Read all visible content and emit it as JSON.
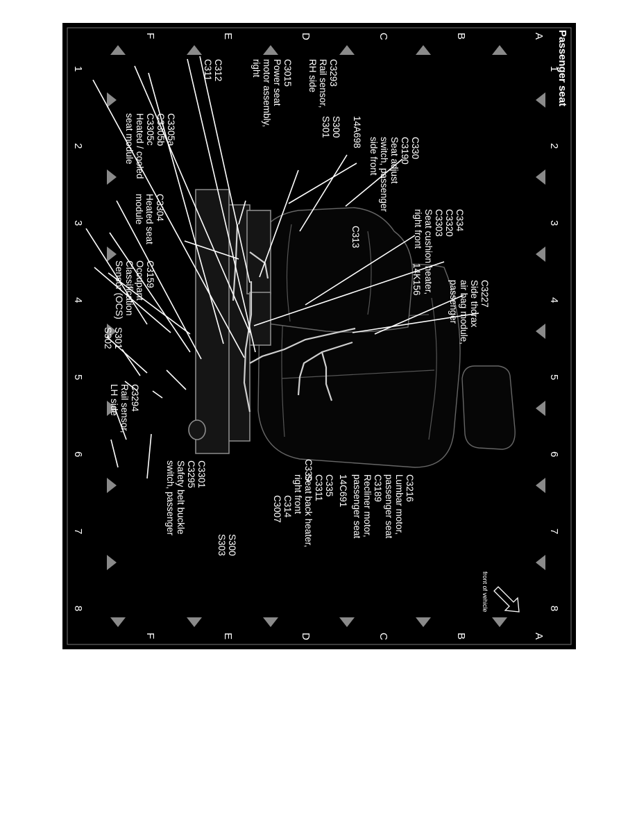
{
  "title": "Passenger seat",
  "columns": [
    "1",
    "2",
    "3",
    "4",
    "5",
    "6",
    "7",
    "8"
  ],
  "rows": [
    "A",
    "B",
    "C",
    "D",
    "E",
    "F"
  ],
  "front_indicator": "front of vehicle",
  "callouts": {
    "c3227": [
      "C3227",
      "Side thorax",
      "air bag module,",
      "passenger"
    ],
    "k14k156": [
      "14K156"
    ],
    "c334": [
      "C334",
      "C3320",
      "C3303",
      "Seat cushion heater,",
      "right front"
    ],
    "c313": [
      "C313"
    ],
    "c330": [
      "C330",
      "C3190",
      "Seat adjust",
      "switch, passenger",
      "side front"
    ],
    "a14a698": [
      "14A698"
    ],
    "s300_top": [
      "S300",
      "S301"
    ],
    "c3293": [
      "C3293",
      "Rail sensor,",
      "RH side"
    ],
    "c3015": [
      "C3015",
      "Power seat",
      "motor assembly,",
      "right"
    ],
    "c312": [
      "C312",
      "C311"
    ],
    "c3305": [
      "C3305a",
      "C3305b",
      "C3305c",
      "Heated / cooled",
      "seat module"
    ],
    "c3304": [
      "C3304",
      "Heated seat",
      "module"
    ],
    "c3159": [
      "C3159",
      "Occupant",
      "Classification",
      "Sensor (OCS)"
    ],
    "s301": [
      "S301",
      "S302"
    ],
    "c3294": [
      "C3294",
      "Rail sensor,",
      "LH side"
    ],
    "c3216": [
      "C3216",
      "Lumbar motor,",
      "passenger seat"
    ],
    "c3189": [
      "C3189",
      "Recliner motor,",
      "passenger seat"
    ],
    "c14c691": [
      "14C691"
    ],
    "c335": [
      "C335",
      "C3311",
      "Seat back heater,",
      "right front"
    ],
    "c339": [
      "C339"
    ],
    "c314": [
      "C314",
      "C3007"
    ],
    "c3301": [
      "C3301",
      "C3295",
      "Safety belt buckle",
      "switch, passenger"
    ],
    "s300_bottom": [
      "S300",
      "S303"
    ]
  }
}
